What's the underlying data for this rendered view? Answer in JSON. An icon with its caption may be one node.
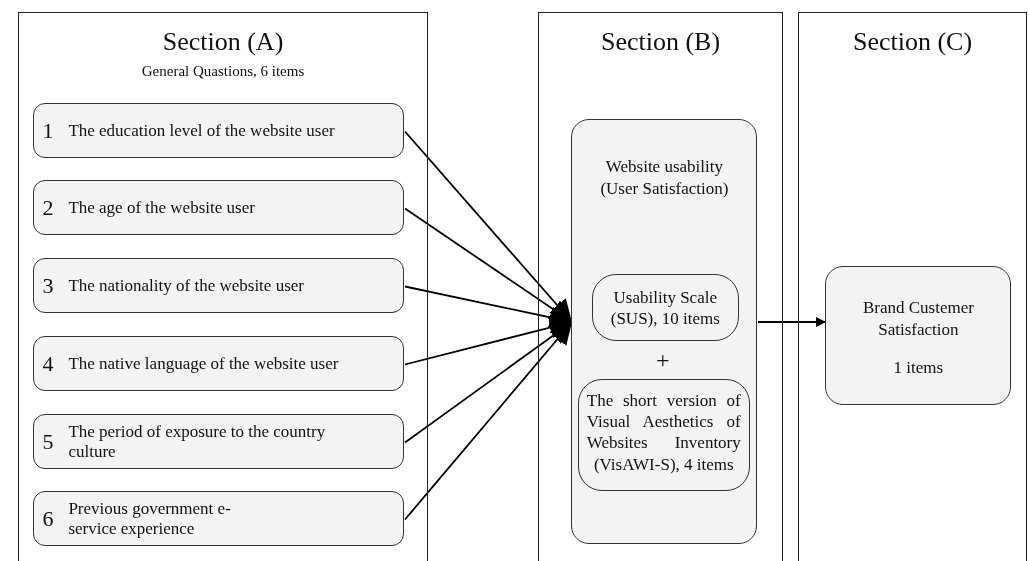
{
  "diagram": {
    "nodes": [
      {
        "text": [
          "Section (A)",
          "General Quastions, 6 items"
        ]
      },
      {
        "text": [
          "1",
          "The education level of the website user"
        ],
        "in": 0
      },
      {
        "text": [
          "2",
          "The age of the website user"
        ],
        "in": 0
      },
      {
        "text": [
          "3",
          "The nationality of the website user"
        ],
        "in": 0
      },
      {
        "text": [
          "4",
          "The native language of the website user"
        ],
        "in": 0
      },
      {
        "text": [
          "5",
          "The period of exposure to the country culture"
        ],
        "in": 0
      },
      {
        "text": [
          "6",
          "Previous government e-service experience"
        ],
        "in": 0
      },
      {
        "text": [
          "Section (B)"
        ]
      },
      {
        "text": [
          "Website usability (User Satisfaction)"
        ],
        "in": 7
      },
      {
        "text": [
          "Usability Scale (SUS), 10 items"
        ],
        "in": 8
      },
      {
        "text": [
          "The short version of Visual Aesthetics of Websites Inventory (VisAWI-S), 4 items"
        ],
        "in": 8
      },
      {
        "text": [
          "Section (C)"
        ]
      },
      {
        "text": [
          "Brand Custemer Satisfaction",
          "1 items"
        ],
        "in": 11
      }
    ],
    "edges": [
      {
        "from": 1,
        "to": 8,
        "arrow": "to"
      },
      {
        "from": 2,
        "to": 8,
        "arrow": "to"
      },
      {
        "from": 3,
        "to": 8,
        "arrow": "to"
      },
      {
        "from": 4,
        "to": 8,
        "arrow": "to"
      },
      {
        "from": 5,
        "to": 8,
        "arrow": "to"
      },
      {
        "from": 6,
        "to": 8,
        "arrow": "to"
      },
      {
        "from": 8,
        "to": 12,
        "arrow": "to"
      }
    ],
    "labels": [
      "+"
    ]
  }
}
